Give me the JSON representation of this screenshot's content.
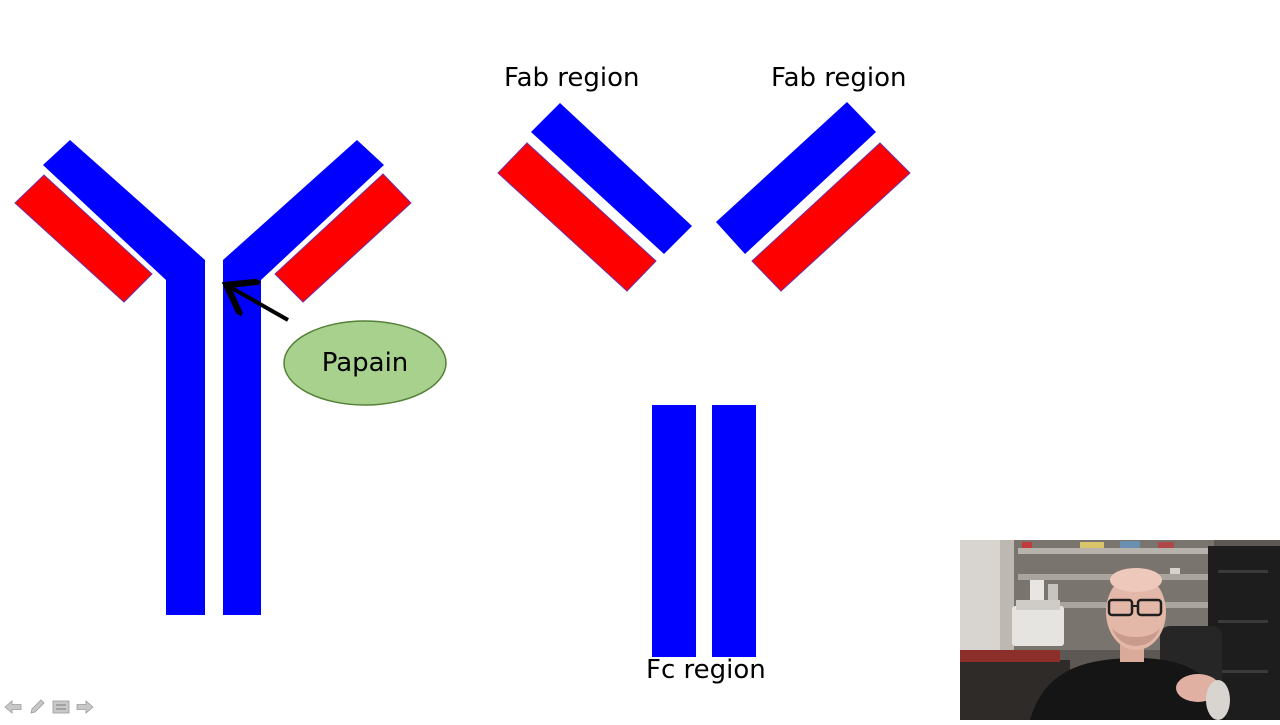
{
  "slide": {
    "fab_label_left": "Fab region",
    "fab_label_right": "Fab region",
    "fc_label": "Fc region",
    "enzyme_label": "Papain"
  },
  "colors": {
    "heavy_chain": "#0000ff",
    "light_chain": "#ff0000",
    "light_chain_border": "#7030a0",
    "enzyme_fill": "#a9d18e",
    "enzyme_border": "#538135",
    "arrow": "#000000",
    "background": "#ffffff"
  },
  "toolbar": {
    "icons": [
      "previous-slide-icon",
      "pen-icon",
      "slide-menu-icon",
      "next-slide-icon"
    ]
  },
  "webcam": {
    "description_icon": "presenter-video-icon"
  }
}
